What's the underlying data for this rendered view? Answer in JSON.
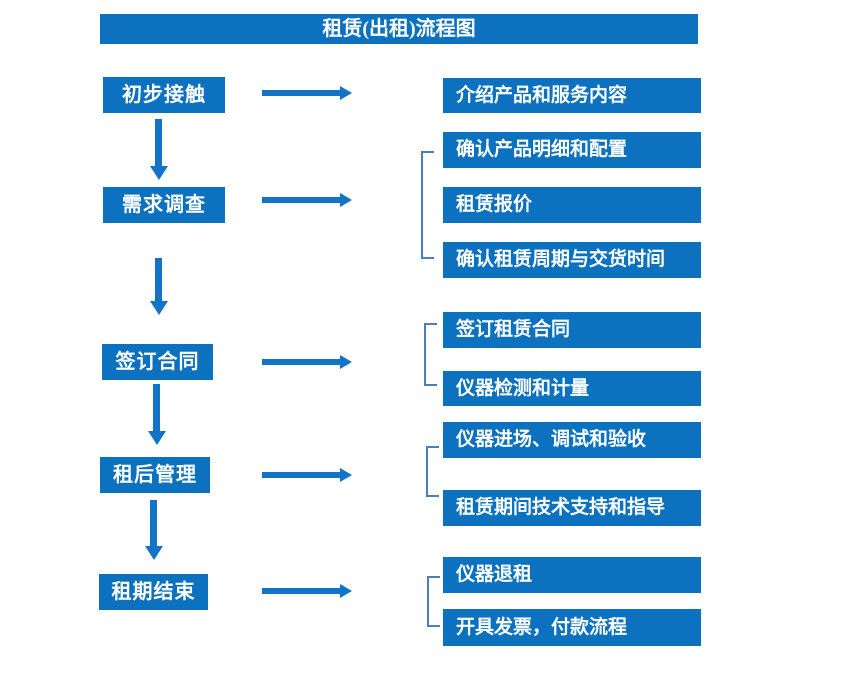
{
  "title": "租赁(出租)流程图",
  "colors": {
    "primary": "#0C71BE",
    "arrow": "#1273C7",
    "bracket": "#4A7EBE",
    "text_on_primary": "#FFFFFF",
    "canvas_bg": "#FFFFFF"
  },
  "flow": [
    {
      "step": "初步接触",
      "details": [
        "介绍产品和服务内容"
      ]
    },
    {
      "step": "需求调查",
      "details": [
        "确认产品明细和配置",
        "租赁报价",
        "确认租赁周期与交货时间"
      ]
    },
    {
      "step": "签订合同",
      "details": [
        "签订租赁合同",
        "仪器检测和计量"
      ]
    },
    {
      "step": "租后管理",
      "details": [
        "仪器进场、调试和验收",
        "租赁期间技术支持和指导"
      ]
    },
    {
      "step": "租期结束",
      "details": [
        "仪器退租",
        "开具发票，付款流程"
      ]
    }
  ]
}
